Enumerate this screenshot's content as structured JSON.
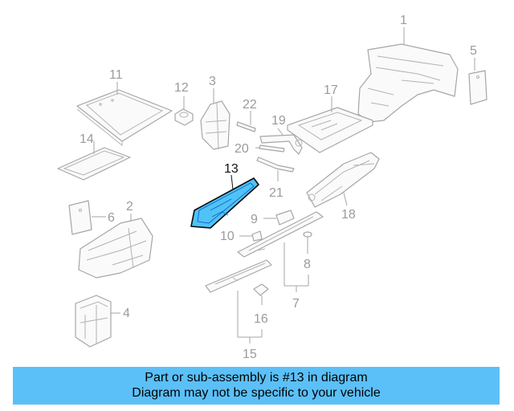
{
  "callouts": {
    "c1": "1",
    "c2": "2",
    "c3": "3",
    "c4": "4",
    "c5": "5",
    "c6": "6",
    "c7": "7",
    "c8": "8",
    "c9": "9",
    "c10": "10",
    "c11": "11",
    "c12": "12",
    "c13": "13",
    "c14": "14",
    "c15": "15",
    "c16": "16",
    "c17": "17",
    "c18": "18",
    "c19": "19",
    "c20": "20",
    "c21": "21",
    "c22": "22"
  },
  "highlighted_part": "13",
  "colors": {
    "highlight_fill": "#4fc3f7",
    "banner_bg": "#5bc0f8",
    "line_art": "#a6a6a6"
  },
  "banner": {
    "line1": "Part or sub-assembly is #13 in diagram",
    "line2": "Diagram may not be specific to your vehicle"
  }
}
